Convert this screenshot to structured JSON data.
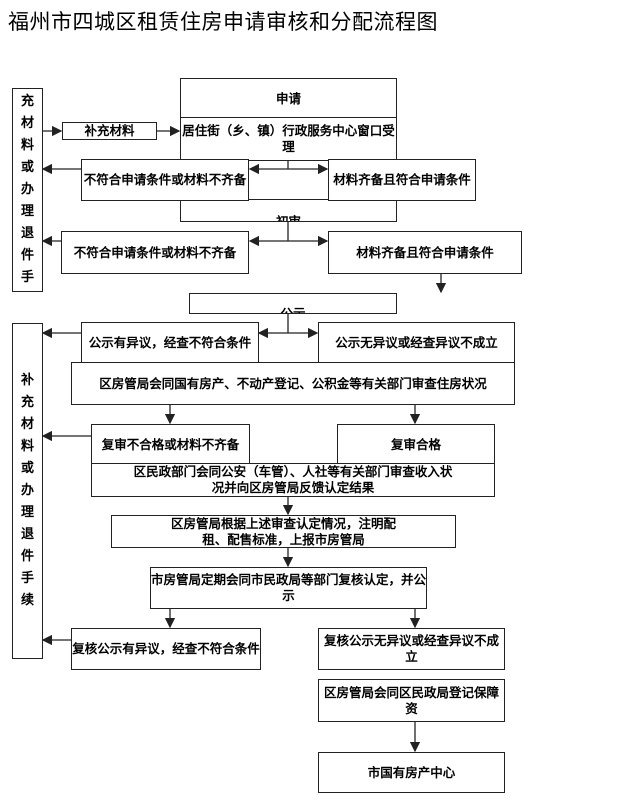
{
  "title": "福州市四城区租赁住房申请审核和分配流程图",
  "side_boxes": [
    "补充材料或办理退件手续",
    "补充材料或办理退件手续"
  ],
  "nodes": {
    "supplement": "补充材料",
    "apply": "申请",
    "window": "居住街（乡、镇）行政服务中心窗口受理",
    "reject1": "不符合申请条件或材料不齐备",
    "pass1": "材料齐备且符合申请条件",
    "initial_review": "初审",
    "reject2": "不符合申请条件或材料不齐备",
    "pass2": "材料齐备且符合申请条件",
    "publicity": "公示",
    "objection": "公示有异议，经查不符合条件",
    "no_objection": "公示无异议或经查异议不成立",
    "housing_check": "区房管局会同国有房产、不动产登记、公积金等有关部门审查住房状况",
    "recheck_fail": "复审不合格或材料不齐备",
    "recheck_pass": "复审合格",
    "income_check": "区民政部门会同公安（车管）、人社等有关部门审查收入状况并向区房管局反馈认定结果",
    "district_report": "区房管局根据上述审查认定情况，注明配租、配售标准，上报市房管局",
    "city_review": "市房管局定期会同市民政局等部门复核认定，并公示",
    "review_objection": "复核公示有异议，经查不符合条件",
    "review_no_objection": "复核公示无异议或经查异议不成立",
    "register": "区房管局会同区民政局登记保障资",
    "city_center": "市国有房产中心"
  }
}
